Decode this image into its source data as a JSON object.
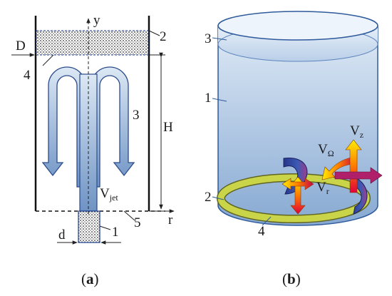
{
  "panel_a": {
    "axis_y": "y",
    "axis_r": "r",
    "label_D": "D",
    "label_H": "H",
    "label_d": "d",
    "label_V": "V",
    "label_jet": "jet",
    "n1": "1",
    "n2": "2",
    "n3": "3",
    "n4": "4",
    "n5": "5",
    "caption_open": "(",
    "caption_letter": "a",
    "caption_close": ")"
  },
  "panel_b": {
    "n1": "1",
    "n2": "2",
    "n3": "3",
    "n4": "4",
    "label_Vz": "V",
    "sub_z": "z",
    "label_VOmega": "V",
    "sub_Omega": "Ω",
    "label_Vr": "V",
    "sub_r": "r",
    "caption_open": "(",
    "caption_letter": "b",
    "caption_close": ")"
  },
  "colors": {
    "water_top": "#dbe8f5",
    "water_bottom": "#7ea4cf",
    "ring": "#c8d24a",
    "arrow_dark": "#28358a"
  }
}
